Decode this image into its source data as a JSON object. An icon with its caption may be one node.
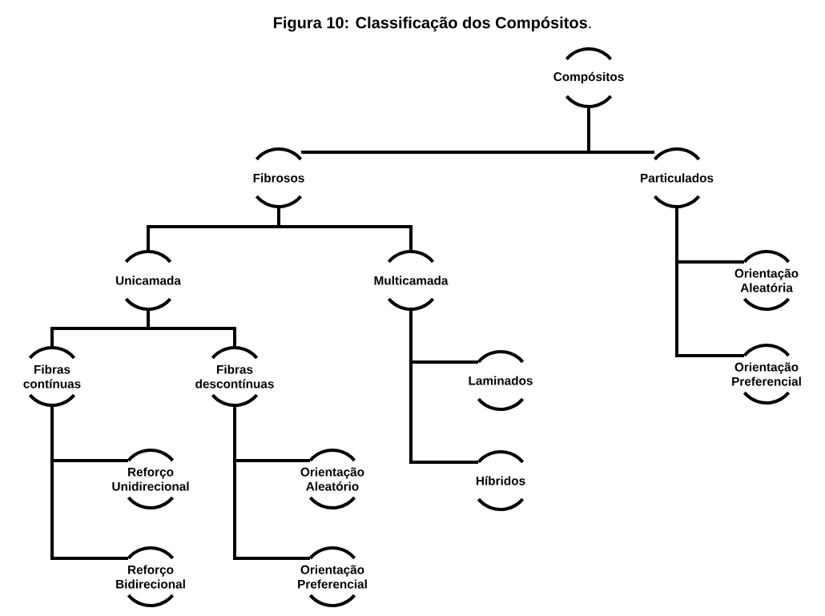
{
  "diagram": {
    "title": "**Figura 10: Classificação dos Compósitos**.",
    "nodes": [
      {
        "text": [
          "Compósitos"
        ]
      },
      {
        "text": [
          "Fibrosos"
        ]
      },
      {
        "text": [
          "Particulados"
        ]
      },
      {
        "text": [
          "Unicamada"
        ]
      },
      {
        "text": [
          "Multicamada"
        ]
      },
      {
        "text": [
          "Orientação Aleatória"
        ]
      },
      {
        "text": [
          "Orientação Preferencial"
        ]
      },
      {
        "text": [
          "Fibras contínuas"
        ]
      },
      {
        "text": [
          "Fibras descontínuas"
        ]
      },
      {
        "text": [
          "Laminados"
        ]
      },
      {
        "text": [
          "Híbridos"
        ]
      },
      {
        "text": [
          "Reforço Unidirecional"
        ]
      },
      {
        "text": [
          "Orientação Aleatório"
        ]
      },
      {
        "text": [
          "Reforço Bidirecional"
        ]
      },
      {
        "text": [
          "Orientação Preferencial"
        ]
      }
    ],
    "edges": [
      {
        "from": 0,
        "to": 1,
        "arrow": "none"
      },
      {
        "from": 0,
        "to": 2,
        "arrow": "none"
      },
      {
        "from": 1,
        "to": 3,
        "arrow": "none"
      },
      {
        "from": 1,
        "to": 4,
        "arrow": "none"
      },
      {
        "from": 2,
        "to": 5,
        "arrow": "none"
      },
      {
        "from": 2,
        "to": 6,
        "arrow": "none"
      },
      {
        "from": 3,
        "to": 7,
        "arrow": "none"
      },
      {
        "from": 3,
        "to": 8,
        "arrow": "none"
      },
      {
        "from": 4,
        "to": 9,
        "arrow": "none"
      },
      {
        "from": 4,
        "to": 10,
        "arrow": "none"
      },
      {
        "from": 7,
        "to": 11,
        "arrow": "none"
      },
      {
        "from": 7,
        "to": 13,
        "arrow": "none"
      },
      {
        "from": 8,
        "to": 12,
        "arrow": "none"
      },
      {
        "from": 8,
        "to": 14,
        "arrow": "none"
      }
    ]
  }
}
